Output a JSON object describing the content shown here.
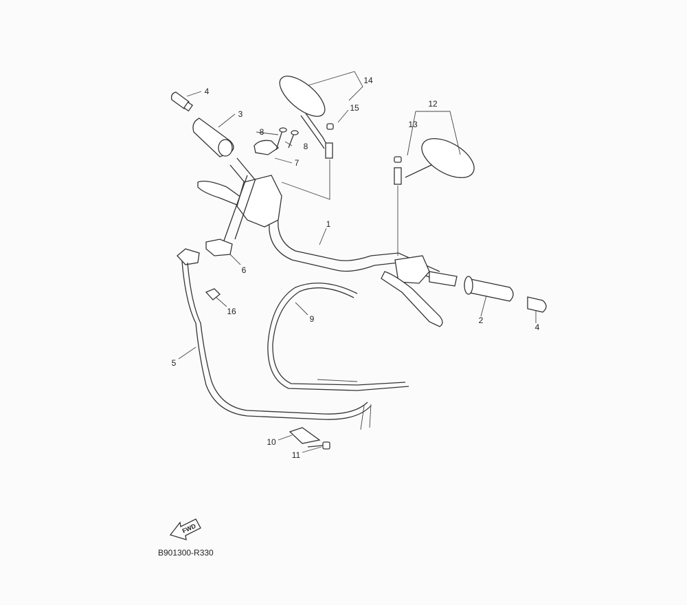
{
  "diagram": {
    "callouts": [
      {
        "id": "c14",
        "text": "14"
      },
      {
        "id": "c4a",
        "text": "4"
      },
      {
        "id": "c3",
        "text": "3"
      },
      {
        "id": "c15",
        "text": "15"
      },
      {
        "id": "c12",
        "text": "12"
      },
      {
        "id": "c13",
        "text": "13"
      },
      {
        "id": "c8a",
        "text": "8"
      },
      {
        "id": "c8b",
        "text": "8"
      },
      {
        "id": "c7",
        "text": "7"
      },
      {
        "id": "c1",
        "text": "1"
      },
      {
        "id": "c6",
        "text": "6"
      },
      {
        "id": "c16",
        "text": "16"
      },
      {
        "id": "c9",
        "text": "9"
      },
      {
        "id": "c2",
        "text": "2"
      },
      {
        "id": "c4b",
        "text": "4"
      },
      {
        "id": "c5",
        "text": "5"
      },
      {
        "id": "c10",
        "text": "10"
      },
      {
        "id": "c11",
        "text": "11"
      }
    ],
    "forward_arrow_label": "FWD",
    "drawing_code": "B901300-R330"
  }
}
